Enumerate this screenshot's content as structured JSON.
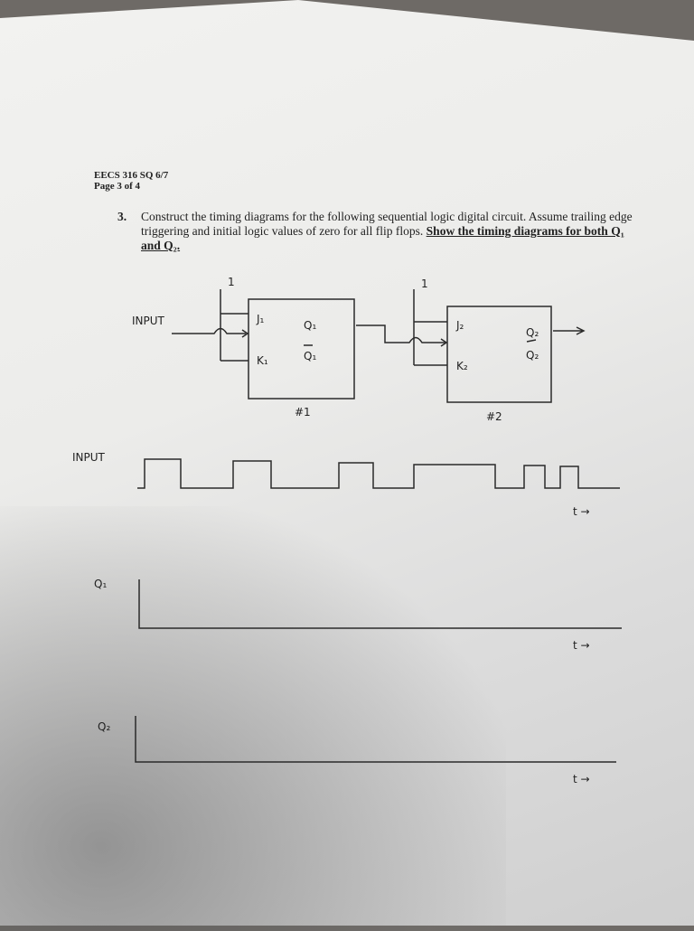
{
  "header": {
    "course": "EECS 316 SQ 6/7",
    "page": "Page 3 of 4"
  },
  "question": {
    "number": "3.",
    "text": "Construct the timing diagrams for the following sequential logic digital circuit.  Assume trailing edge triggering and initial logic values of zero for all flip flops.",
    "emphasis": "Show the timing diagrams for both Q₁ and Q₂."
  },
  "circuit": {
    "input_label": "INPUT",
    "const_one": "1",
    "ff1": {
      "j": "J₁",
      "k": "K₁",
      "q": "Q₁",
      "qbar": "Q₁",
      "name": "#1"
    },
    "ff2": {
      "j": "J₂",
      "k": "K₂",
      "q": "Q₂",
      "qbar": "Q₂",
      "name": "#2"
    }
  },
  "timing": {
    "input_label": "INPUT",
    "q1_label": "Q₁",
    "q2_label": "Q₂",
    "time_label": "t →"
  }
}
